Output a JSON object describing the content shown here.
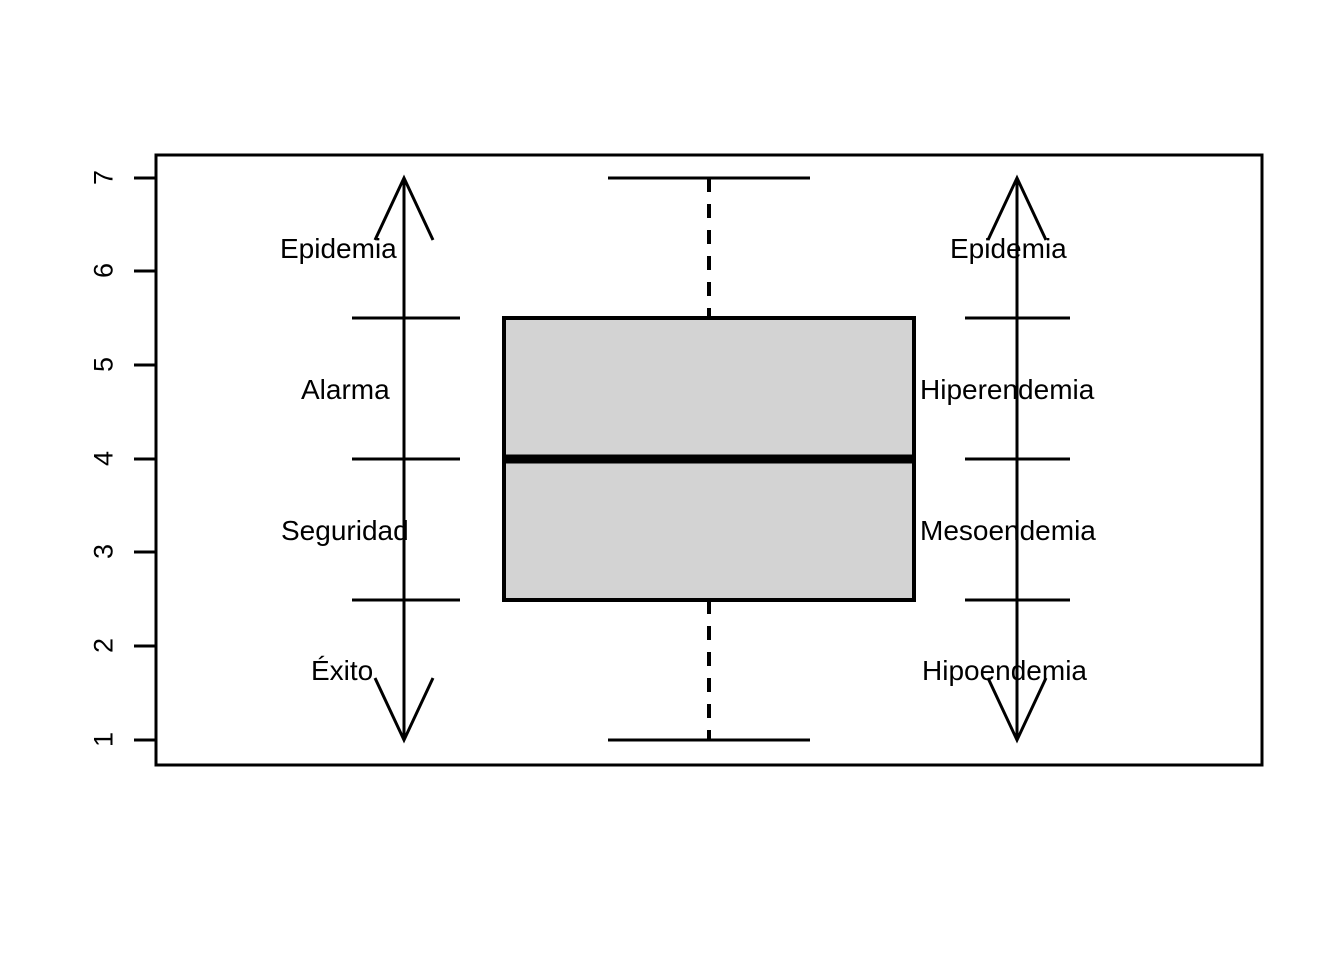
{
  "chart_data": {
    "type": "box",
    "title": "",
    "xlabel": "",
    "ylabel": "",
    "ylim": [
      0.5,
      7.5
    ],
    "grid": false,
    "legend": "none",
    "y_ticks": [
      "7",
      "6",
      "5",
      "4",
      "3",
      "2",
      "1"
    ],
    "y_tick_values": [
      7,
      6,
      5,
      4,
      3,
      2,
      1
    ],
    "box": {
      "name": "",
      "min_whisker": 1,
      "q1": 2.5,
      "median": 4,
      "q3": 5.5,
      "max_whisker": 7,
      "outliers": [],
      "fill_color": "#d3d3d3",
      "border_color": "#000000"
    },
    "annotations": {
      "left_scale": {
        "name": "escala-izquierda",
        "arrow_from": 1,
        "arrow_to": 7,
        "breaks": [
          2.5,
          4,
          5.5
        ],
        "bands": [
          {
            "label": "Epidemia",
            "center": 6.25
          },
          {
            "label": "Alarma",
            "center": 4.75
          },
          {
            "label": "Seguridad",
            "center": 3.25
          },
          {
            "label": "Éxito",
            "center": 1.75
          }
        ]
      },
      "right_scale": {
        "name": "escala-derecha",
        "arrow_from": 1,
        "arrow_to": 7,
        "breaks": [
          2.5,
          4,
          5.5
        ],
        "bands": [
          {
            "label": "Epidemia",
            "center": 6.25
          },
          {
            "label": "Hiperendemia",
            "center": 4.75
          },
          {
            "label": "Mesoendemia",
            "center": 3.25
          },
          {
            "label": "Hipoendemia",
            "center": 1.75
          }
        ]
      }
    }
  },
  "axis": {
    "ticks": [
      {
        "label": "7"
      },
      {
        "label": "6"
      },
      {
        "label": "5"
      },
      {
        "label": "4"
      },
      {
        "label": "3"
      },
      {
        "label": "2"
      },
      {
        "label": "1"
      }
    ]
  },
  "left_scale_labels": [
    {
      "label": "Epidemia"
    },
    {
      "label": "Alarma"
    },
    {
      "label": "Seguridad"
    },
    {
      "label": "Éxito"
    }
  ],
  "right_scale_labels": [
    {
      "label": "Epidemia"
    },
    {
      "label": "Hiperendemia"
    },
    {
      "label": "Mesoendemia"
    },
    {
      "label": "Hipoendemia"
    }
  ],
  "colors": {
    "box_fill": "#d3d3d3",
    "stroke": "#000000",
    "background": "#ffffff"
  }
}
